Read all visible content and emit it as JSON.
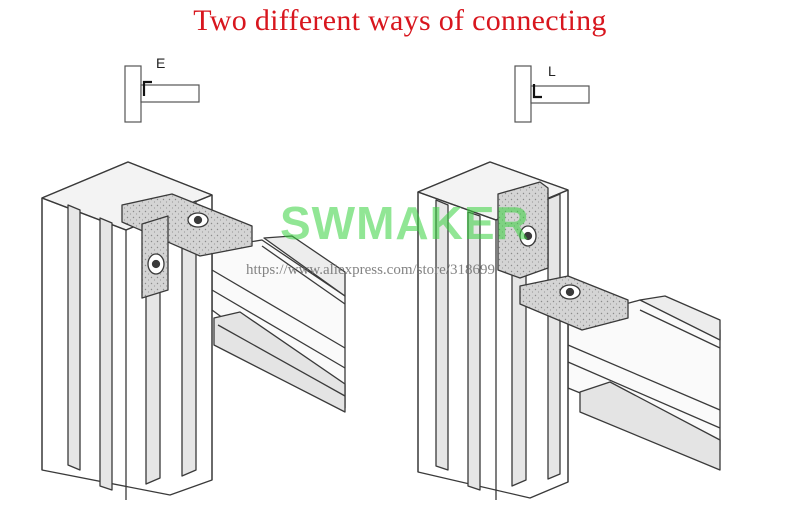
{
  "title": "Two different ways of connecting",
  "colors": {
    "title": "#d8161e",
    "watermark": "#38d23f",
    "line": "#3a3a3a",
    "bracket": "#c9c9c9"
  },
  "diagrams": [
    {
      "label": "E"
    },
    {
      "label": "L"
    }
  ],
  "watermark": "SWMAKER",
  "url": "https://www.aliexpress.com/store/318699"
}
